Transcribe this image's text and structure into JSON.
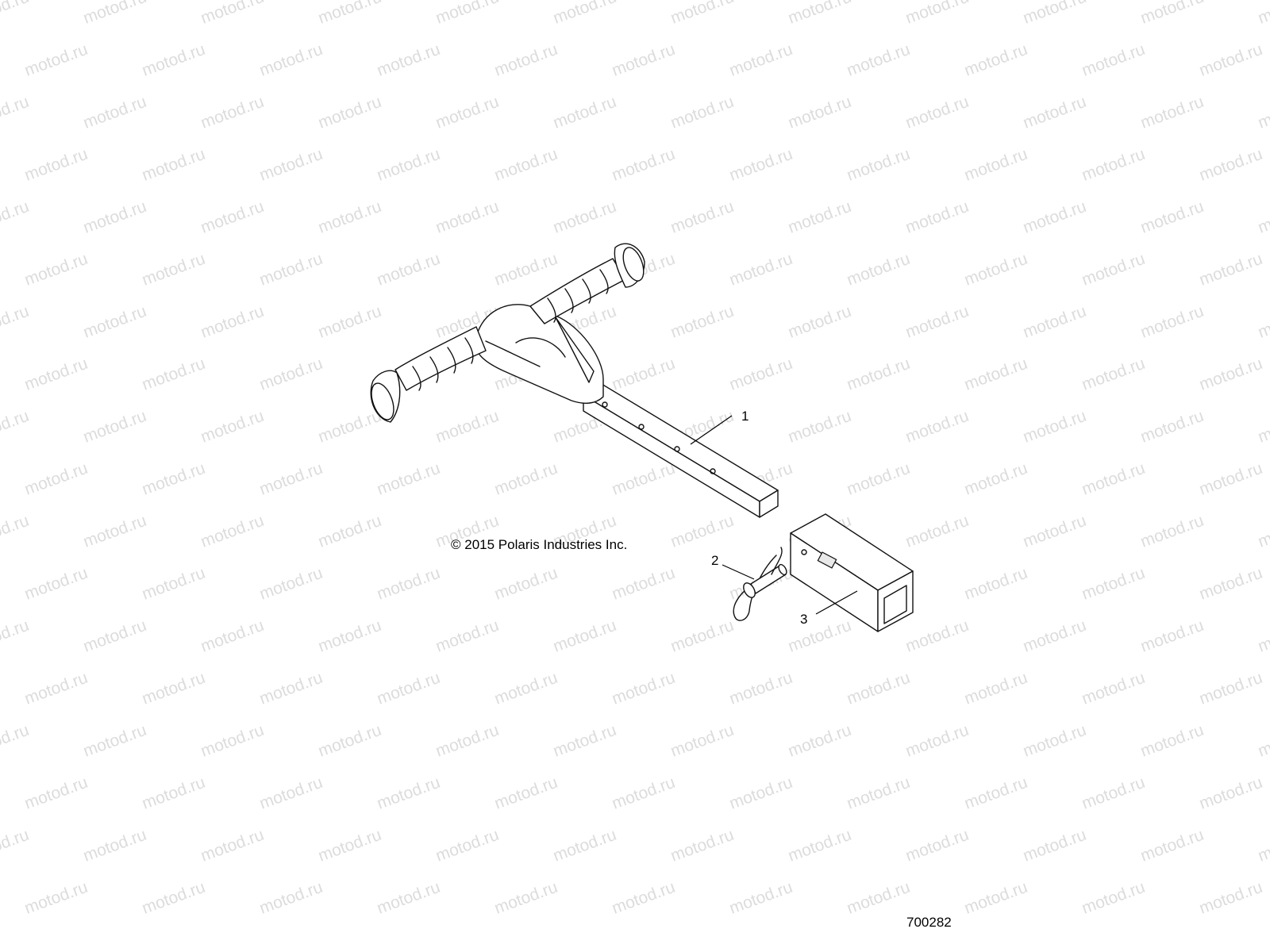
{
  "watermark": {
    "text": "motod.ru",
    "color": "#dcdcdc"
  },
  "copyright": "© 2015 Polaris Industries Inc.",
  "figure_number": "700282",
  "callouts": [
    {
      "label": "1",
      "part": "t-handle-with-square-shaft"
    },
    {
      "label": "2",
      "part": "hitch-pin-with-clip"
    },
    {
      "label": "3",
      "part": "receiver-tube"
    }
  ]
}
